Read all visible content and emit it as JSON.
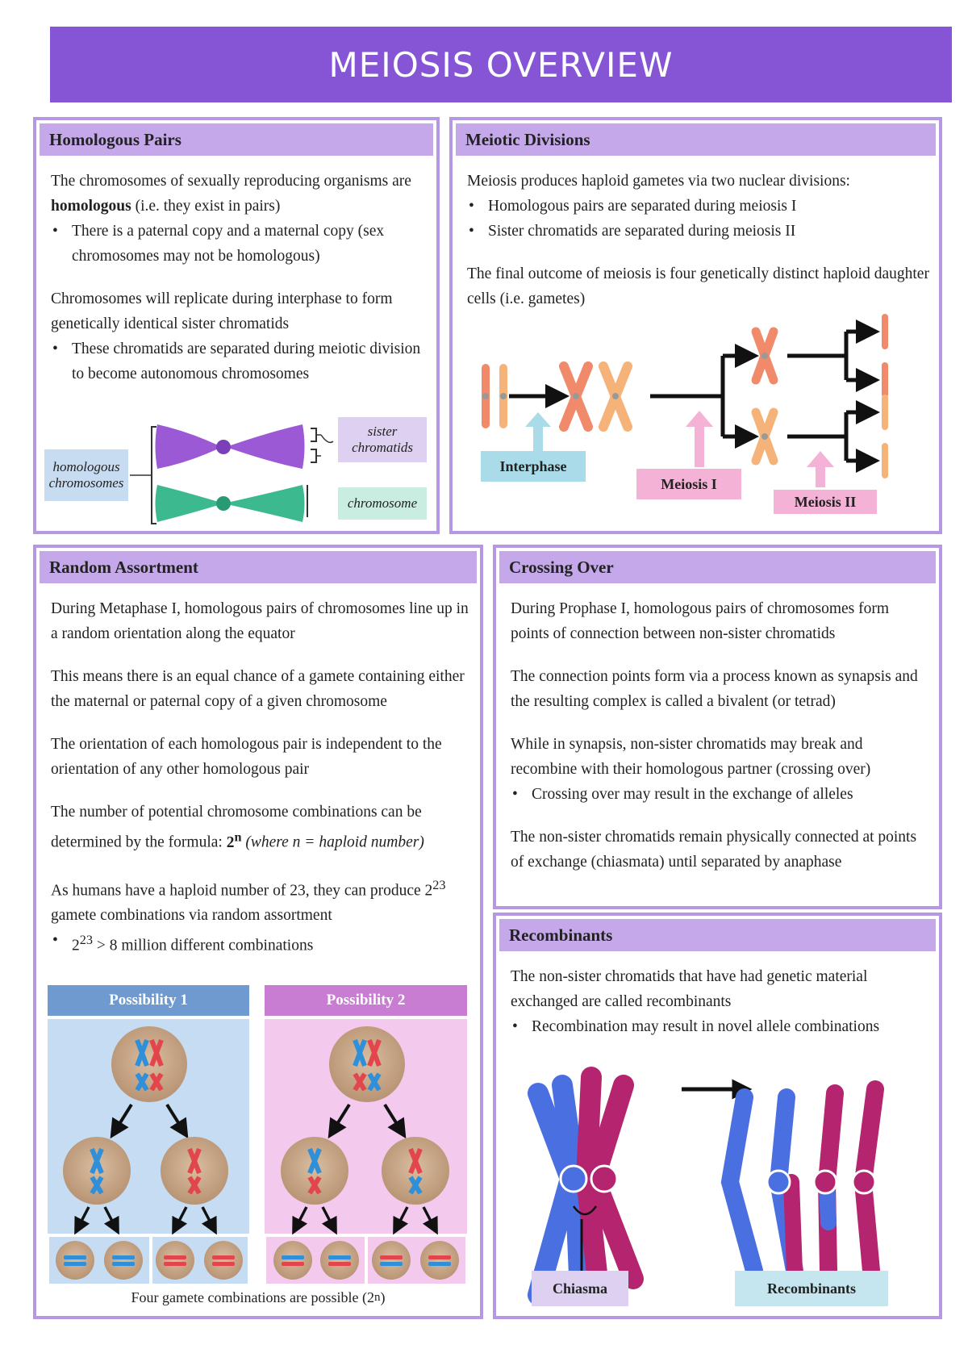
{
  "title": "MEIOSIS OVERVIEW",
  "homologous_pairs": {
    "heading": "Homologous Pairs",
    "p1_start": "The chromosomes of sexually reproducing organisms are ",
    "p1_bold": "homologous",
    "p1_end": " (i.e. they exist in pairs)",
    "bullet1": "There is a paternal copy and a maternal copy (sex chromosomes may not be homologous)",
    "p2": "Chromosomes will replicate during interphase to form genetically identical sister chromatids",
    "bullet2": "These chromatids are separated during meiotic division to become autonomous chromosomes",
    "label_homologous": "homologous chromosomes",
    "label_sister": "sister chromatids",
    "label_chromosome": "chromosome",
    "colors": {
      "purple": "#9b59d6",
      "green": "#3cb98f"
    }
  },
  "meiotic_divisions": {
    "heading": "Meiotic Divisions",
    "p1": "Meiosis produces haploid gametes via two nuclear divisions:",
    "bullets": [
      "Homologous pairs are separated during meiosis I",
      "Sister chromatids are separated during meiosis II"
    ],
    "p2": "The final outcome of meiosis is four genetically distinct haploid daughter cells (i.e. gametes)",
    "label_interphase": "Interphase",
    "label_meiosis1": "Meiosis I",
    "label_meiosis2": "Meiosis II"
  },
  "random_assortment": {
    "heading": "Random Assortment",
    "p1": "During Metaphase I, homologous pairs of chromosomes line up in a random orientation along the equator",
    "p2": "This means there is an equal chance of a gamete containing either the maternal or paternal copy of a given chromosome",
    "p3": "The orientation of each homologous pair is independent to the orientation of any other homologous pair",
    "p4_start": "The number of potential chromosome combinations can be determined by the formula: ",
    "p4_formula_base": "2",
    "p4_formula_exp": "n",
    "p4_note": "(where n = haploid number)",
    "p5_start": "As humans have a haploid number of 23, they can produce ",
    "p5_base": "2",
    "p5_exp": "23",
    "p5_end": " gamete combinations via random assortment",
    "bullet_base": "2",
    "bullet_exp": "23",
    "bullet_end": " > 8 million different combinations",
    "possibility1": "Possibility 1",
    "possibility2": "Possibility 2",
    "caption_start": "Four gamete combinations are possible (2",
    "caption_exp": "n",
    "caption_end": ")",
    "colors": {
      "blue": "#2f8fd8",
      "red": "#e2464c",
      "cell": "#c9a98a"
    }
  },
  "crossing_over": {
    "heading": "Crossing Over",
    "p1": "During Prophase I, homologous pairs of chromosomes form points of connection between non-sister chromatids",
    "p2": "The connection points form via a process known as synapsis and the resulting complex is called a bivalent (or tetrad)",
    "p3": "While in synapsis, non-sister chromatids may break and recombine with their homologous partner (crossing over)",
    "bullet": "Crossing over may result in the exchange of alleles",
    "p4": "The non-sister chromatids remain physically connected at points of exchange (chiasmata) until separated by anaphase"
  },
  "recombinants": {
    "heading": "Recombinants",
    "p1": "The non-sister chromatids that have had genetic material exchanged are called recombinants",
    "bullet": "Recombination may result in novel allele combinations",
    "label_chiasma": "Chiasma",
    "label_recombinants": "Recombinants",
    "colors": {
      "blue": "#4a6fe0",
      "magenta": "#b5246f"
    }
  }
}
